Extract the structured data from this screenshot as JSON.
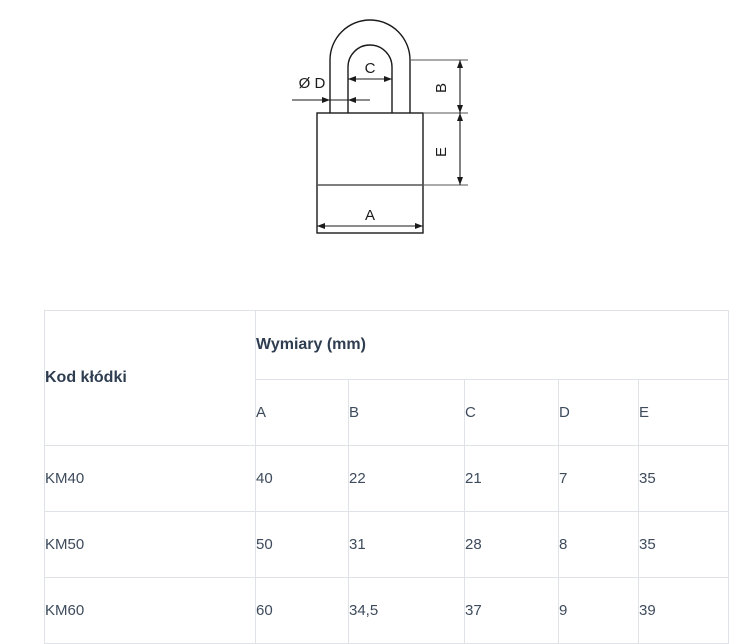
{
  "diagram": {
    "name": "padlock-technical-drawing",
    "labels": {
      "diameter": "Ø D",
      "c": "C",
      "b": "B",
      "e": "E",
      "a": "A"
    },
    "line_color": "#1a1a1a"
  },
  "table": {
    "header": {
      "code_label": "Kod kłódki",
      "group_label": "Wymiary (mm)",
      "columns": [
        "A",
        "B",
        "C",
        "D",
        "E"
      ]
    },
    "rows": [
      {
        "code": "KM40",
        "values": [
          "40",
          "22",
          "21",
          "7",
          "35"
        ]
      },
      {
        "code": "KM50",
        "values": [
          "50",
          "31",
          "28",
          "8",
          "35"
        ]
      },
      {
        "code": "KM60",
        "values": [
          "60",
          "34,5",
          "37",
          "9",
          "39"
        ]
      }
    ],
    "border_color": "#dfe3e8",
    "text_color": "#3d4b5c",
    "header_text_color": "#2e3d50"
  }
}
